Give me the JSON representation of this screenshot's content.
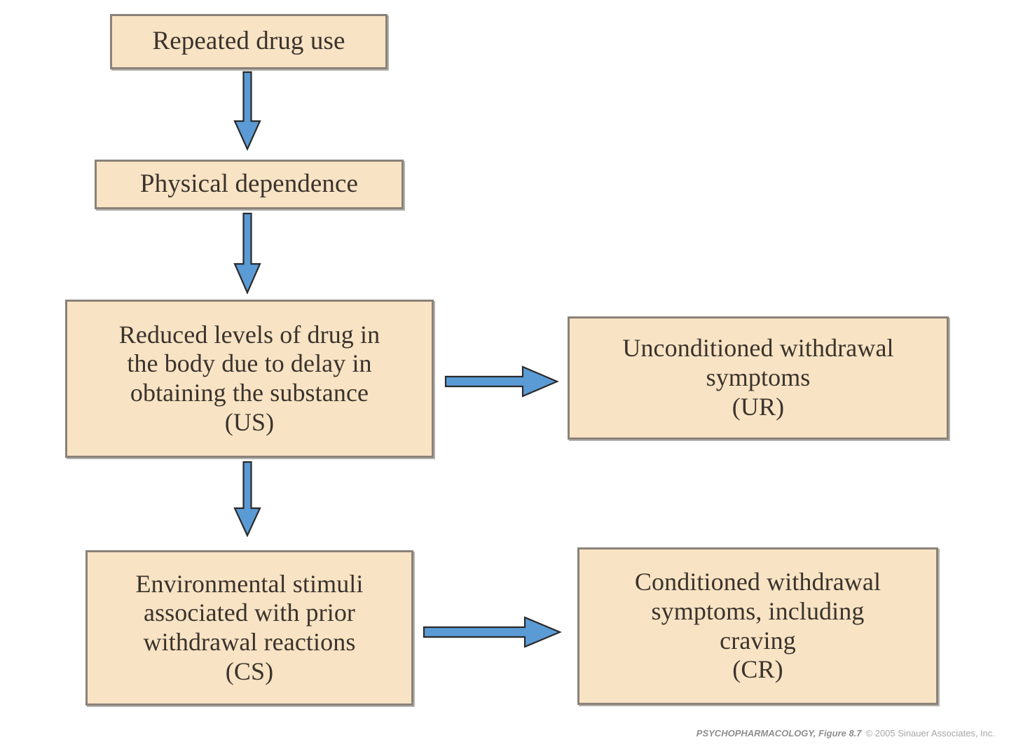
{
  "figure": {
    "type": "flowchart",
    "title_caption": "PSYCHOPHARMACOLOGY, Figure 8.7",
    "copyright": "© 2005 Sinauer Associates, Inc.",
    "background_color": "#ffffff",
    "box_fill_color": "#F8E3C4",
    "box_border_color": "#8a8279",
    "arrow_fill_color": "#5b9bd5",
    "arrow_outline_color": "#2a2a2a",
    "text_color": "#3a332c"
  },
  "nodes": [
    {
      "id": "repeated-drug-use",
      "text": "Repeated drug use",
      "lines": [
        "Repeated drug use"
      ]
    },
    {
      "id": "physical-dependence",
      "text": "Physical dependence",
      "lines": [
        "Physical dependence"
      ]
    },
    {
      "id": "unconditioned-stimulus",
      "text": "Reduced levels of drug in\nthe body due to delay in\nobtaining the substance\n(US)",
      "lines": [
        "Reduced levels of drug in",
        "the body due to delay in",
        "obtaining the substance",
        "(US)"
      ],
      "label": "US"
    },
    {
      "id": "unconditioned-response",
      "text": "Unconditioned withdrawal\nsymptoms\n(UR)",
      "lines": [
        "Unconditioned withdrawal",
        "symptoms",
        "(UR)"
      ],
      "label": "UR"
    },
    {
      "id": "conditioned-stimulus",
      "text": "Environmental stimuli\nassociated with prior\nwithdrawal reactions\n(CS)",
      "lines": [
        "Environmental stimuli",
        "associated with prior",
        "withdrawal reactions",
        "(CS)"
      ],
      "label": "CS"
    },
    {
      "id": "conditioned-response",
      "text": "Conditioned withdrawal\nsymptoms, including\ncraving\n(CR)",
      "lines": [
        "Conditioned withdrawal",
        "symptoms, including",
        "craving",
        "(CR)"
      ],
      "label": "CR"
    }
  ],
  "edges": [
    {
      "id": "drug-to-dependence",
      "from": "repeated-drug-use",
      "to": "physical-dependence",
      "direction": "down"
    },
    {
      "id": "dependence-to-us",
      "from": "physical-dependence",
      "to": "unconditioned-stimulus",
      "direction": "down"
    },
    {
      "id": "us-to-cs",
      "from": "unconditioned-stimulus",
      "to": "conditioned-stimulus",
      "direction": "down"
    },
    {
      "id": "us-to-ur",
      "from": "unconditioned-stimulus",
      "to": "unconditioned-response",
      "direction": "right"
    },
    {
      "id": "cs-to-cr",
      "from": "conditioned-stimulus",
      "to": "conditioned-response",
      "direction": "right"
    }
  ]
}
